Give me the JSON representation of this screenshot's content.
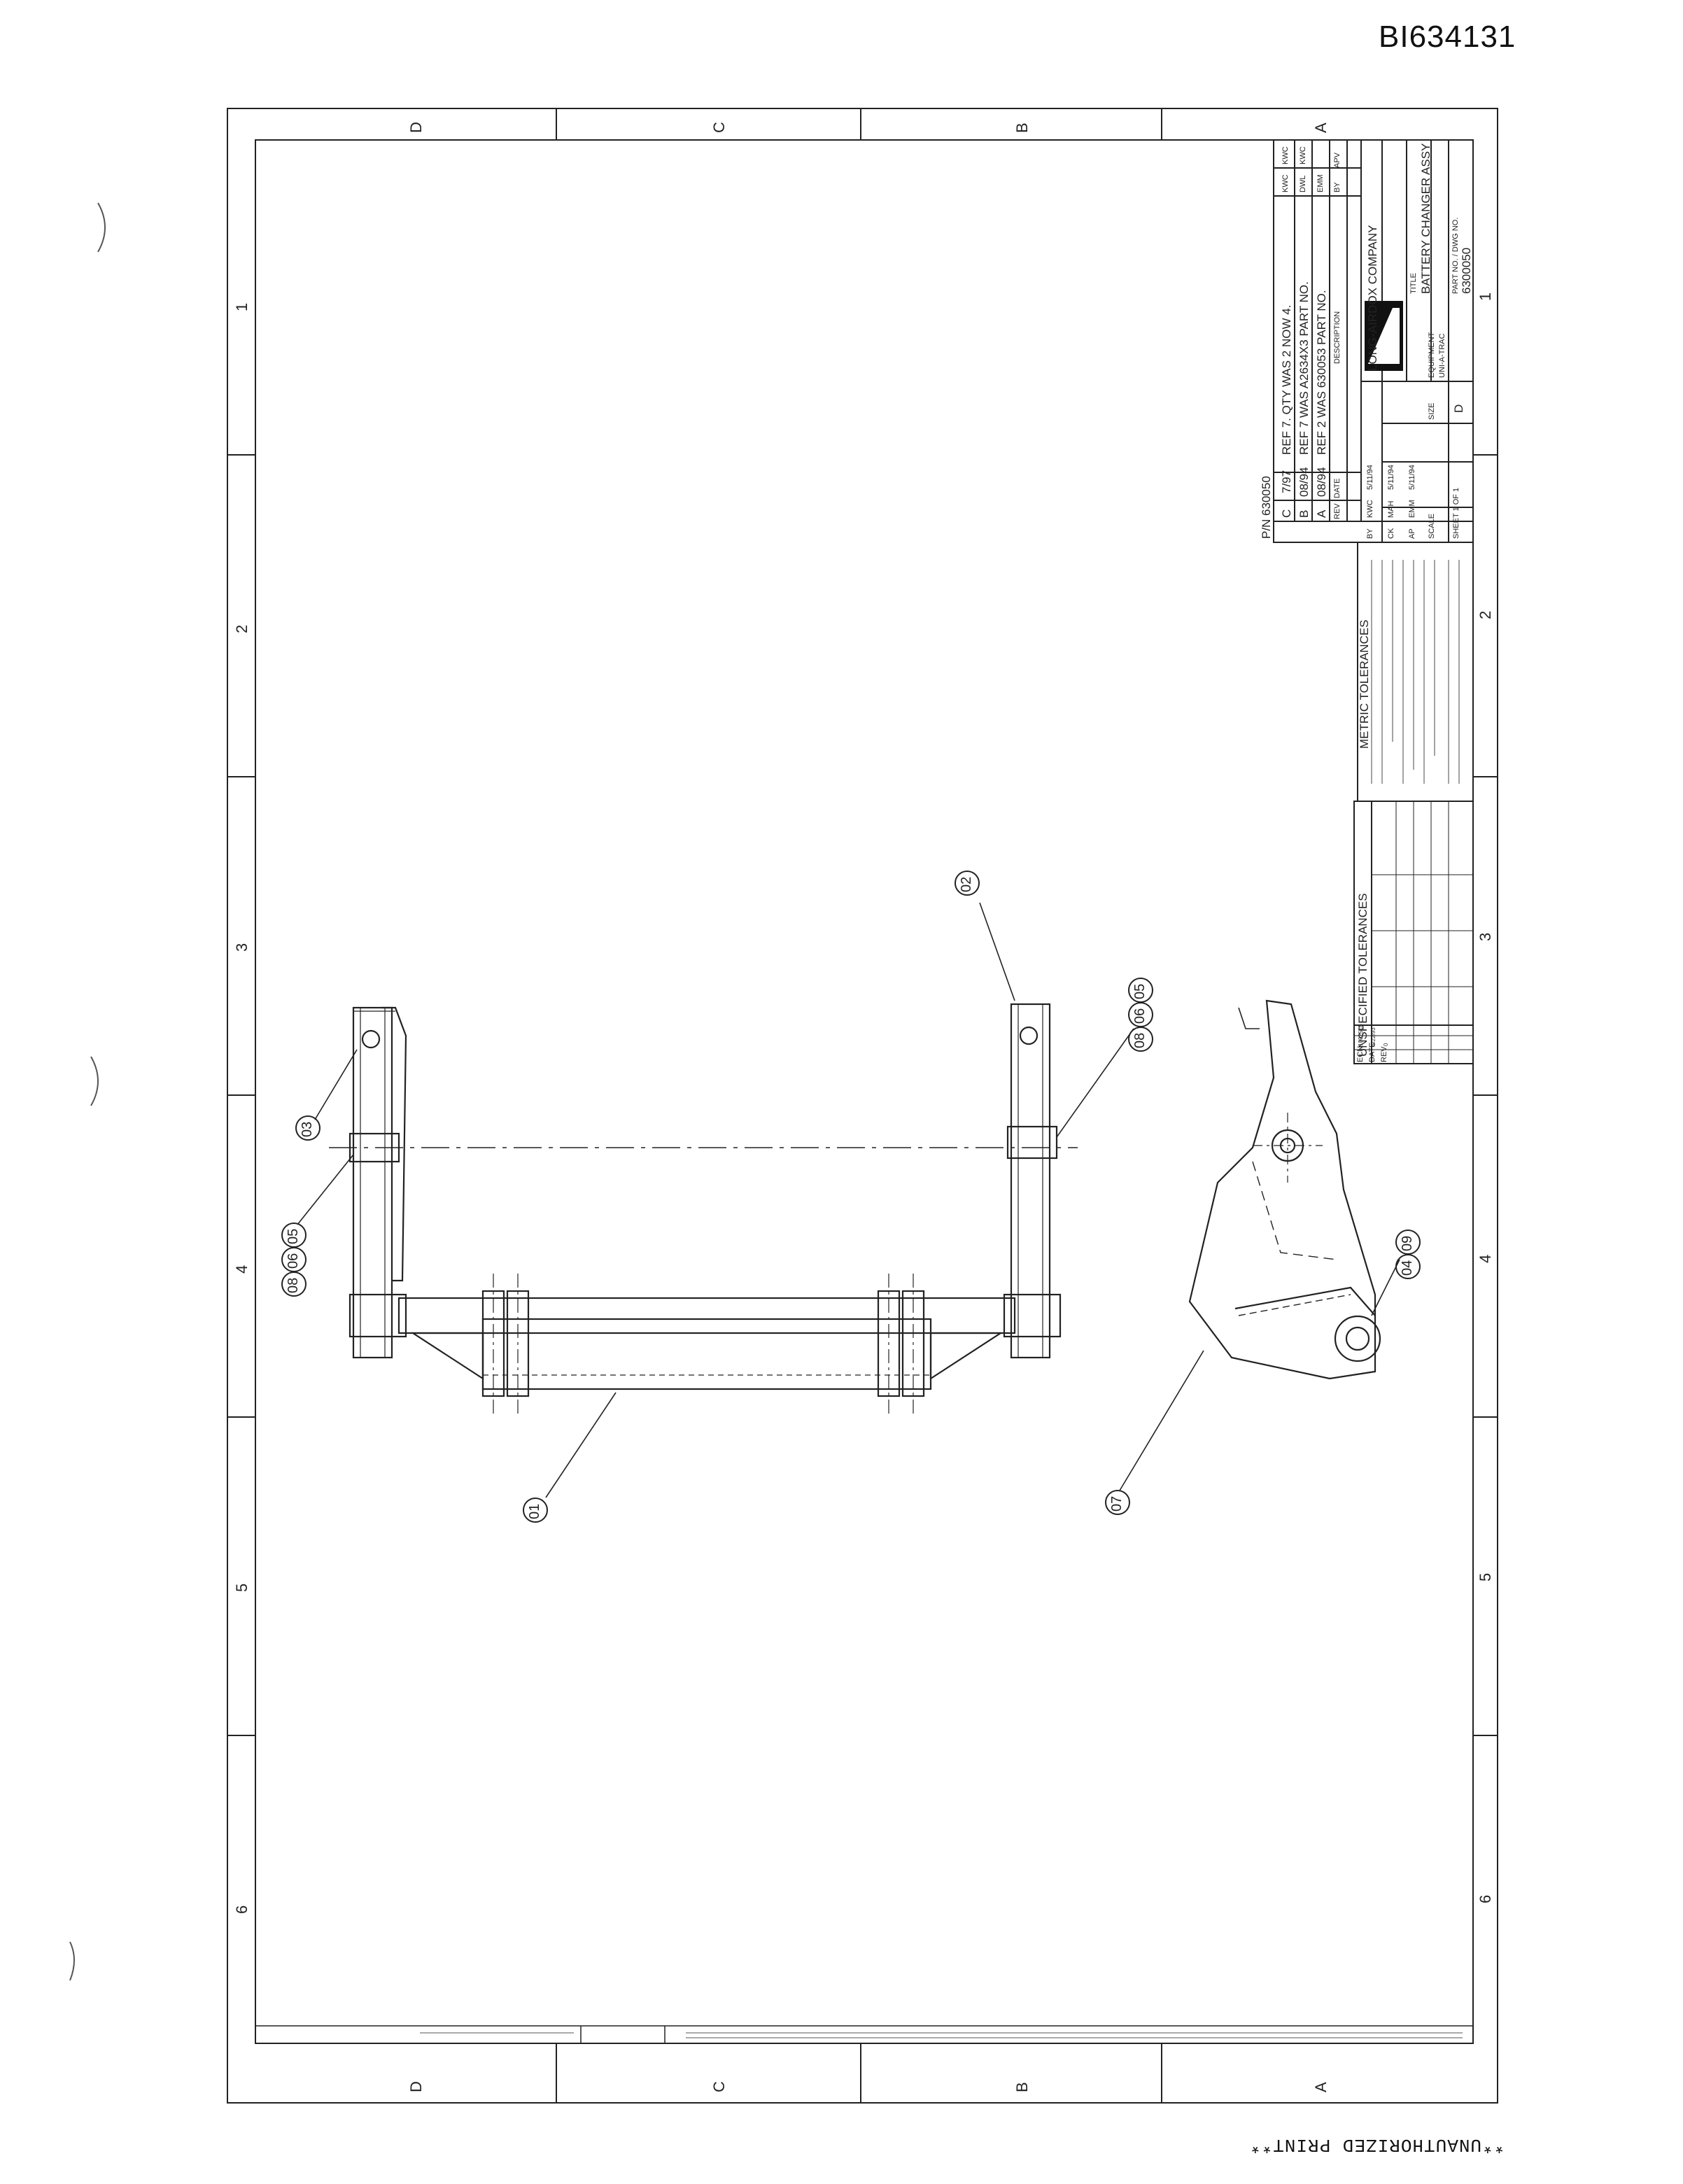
{
  "document_id": "BI634131",
  "bottom_note": "**UNAUTHORIZED PRINT**",
  "drawing": {
    "part_number": "P/N 630050",
    "zones_top": [
      "D",
      "C",
      "B",
      "A"
    ],
    "zones_side": [
      "1",
      "2",
      "3",
      "4",
      "5",
      "6"
    ],
    "revisions": [
      {
        "rev": "C",
        "date": "7/97",
        "description": "REF 7. QTY WAS 2 NOW 4.",
        "by": "KWC",
        "ck": "KWC"
      },
      {
        "rev": "B",
        "date": "08/94",
        "description": "REF 7 WAS A2634X3 PART NO.",
        "by": "DWL",
        "ck": "KWC"
      },
      {
        "rev": "A",
        "date": "08/94",
        "description": "REF 2 WAS 630053 PART NO.",
        "by": "EMM",
        "ck": ""
      }
    ],
    "rev_headers": {
      "rev": "REV",
      "date": "DATE",
      "description": "DESCRIPTION",
      "by": "BY",
      "ck": "APV"
    },
    "approvals": [
      {
        "role": "BY",
        "initials": "KWC",
        "date": "5/11/94"
      },
      {
        "role": "CK",
        "initials": "MAH",
        "date": "5/11/94"
      },
      {
        "role": "AP",
        "initials": "EMM",
        "date": "5/11/94"
      }
    ],
    "company": "LONG-AIRDOX COMPANY",
    "title_label": "TITLE",
    "title": "BATTERY CHANGER ASSY",
    "equipment_label": "EQUIPMENT",
    "equipment": "UNI-A-TRAC",
    "size_label": "SIZE",
    "size": "D",
    "part_dwg_label": "PART NO. / DWG NO.",
    "part_dwg": "6300050",
    "scale_label": "SCALE",
    "sheet": "SHEET 1 OF 1",
    "metric_title": "METRIC TOLERANCES",
    "unspecified_title": "UNSPECIFIED TOLERANCES",
    "ecn": {
      "no": "ECN",
      "date": "DATE",
      "rev": "REV",
      "row_no": "1002518",
      "row_date": "5/22/93",
      "row_rev": "0"
    },
    "balloons": [
      "01",
      "02",
      "03",
      "04",
      "05",
      "06",
      "07",
      "08",
      "09"
    ],
    "balloon_groups": {
      "left_stack": [
        "08",
        "06",
        "05"
      ],
      "right_stack": [
        "05",
        "06",
        "08"
      ],
      "side_pair": [
        "04",
        "09"
      ]
    }
  }
}
